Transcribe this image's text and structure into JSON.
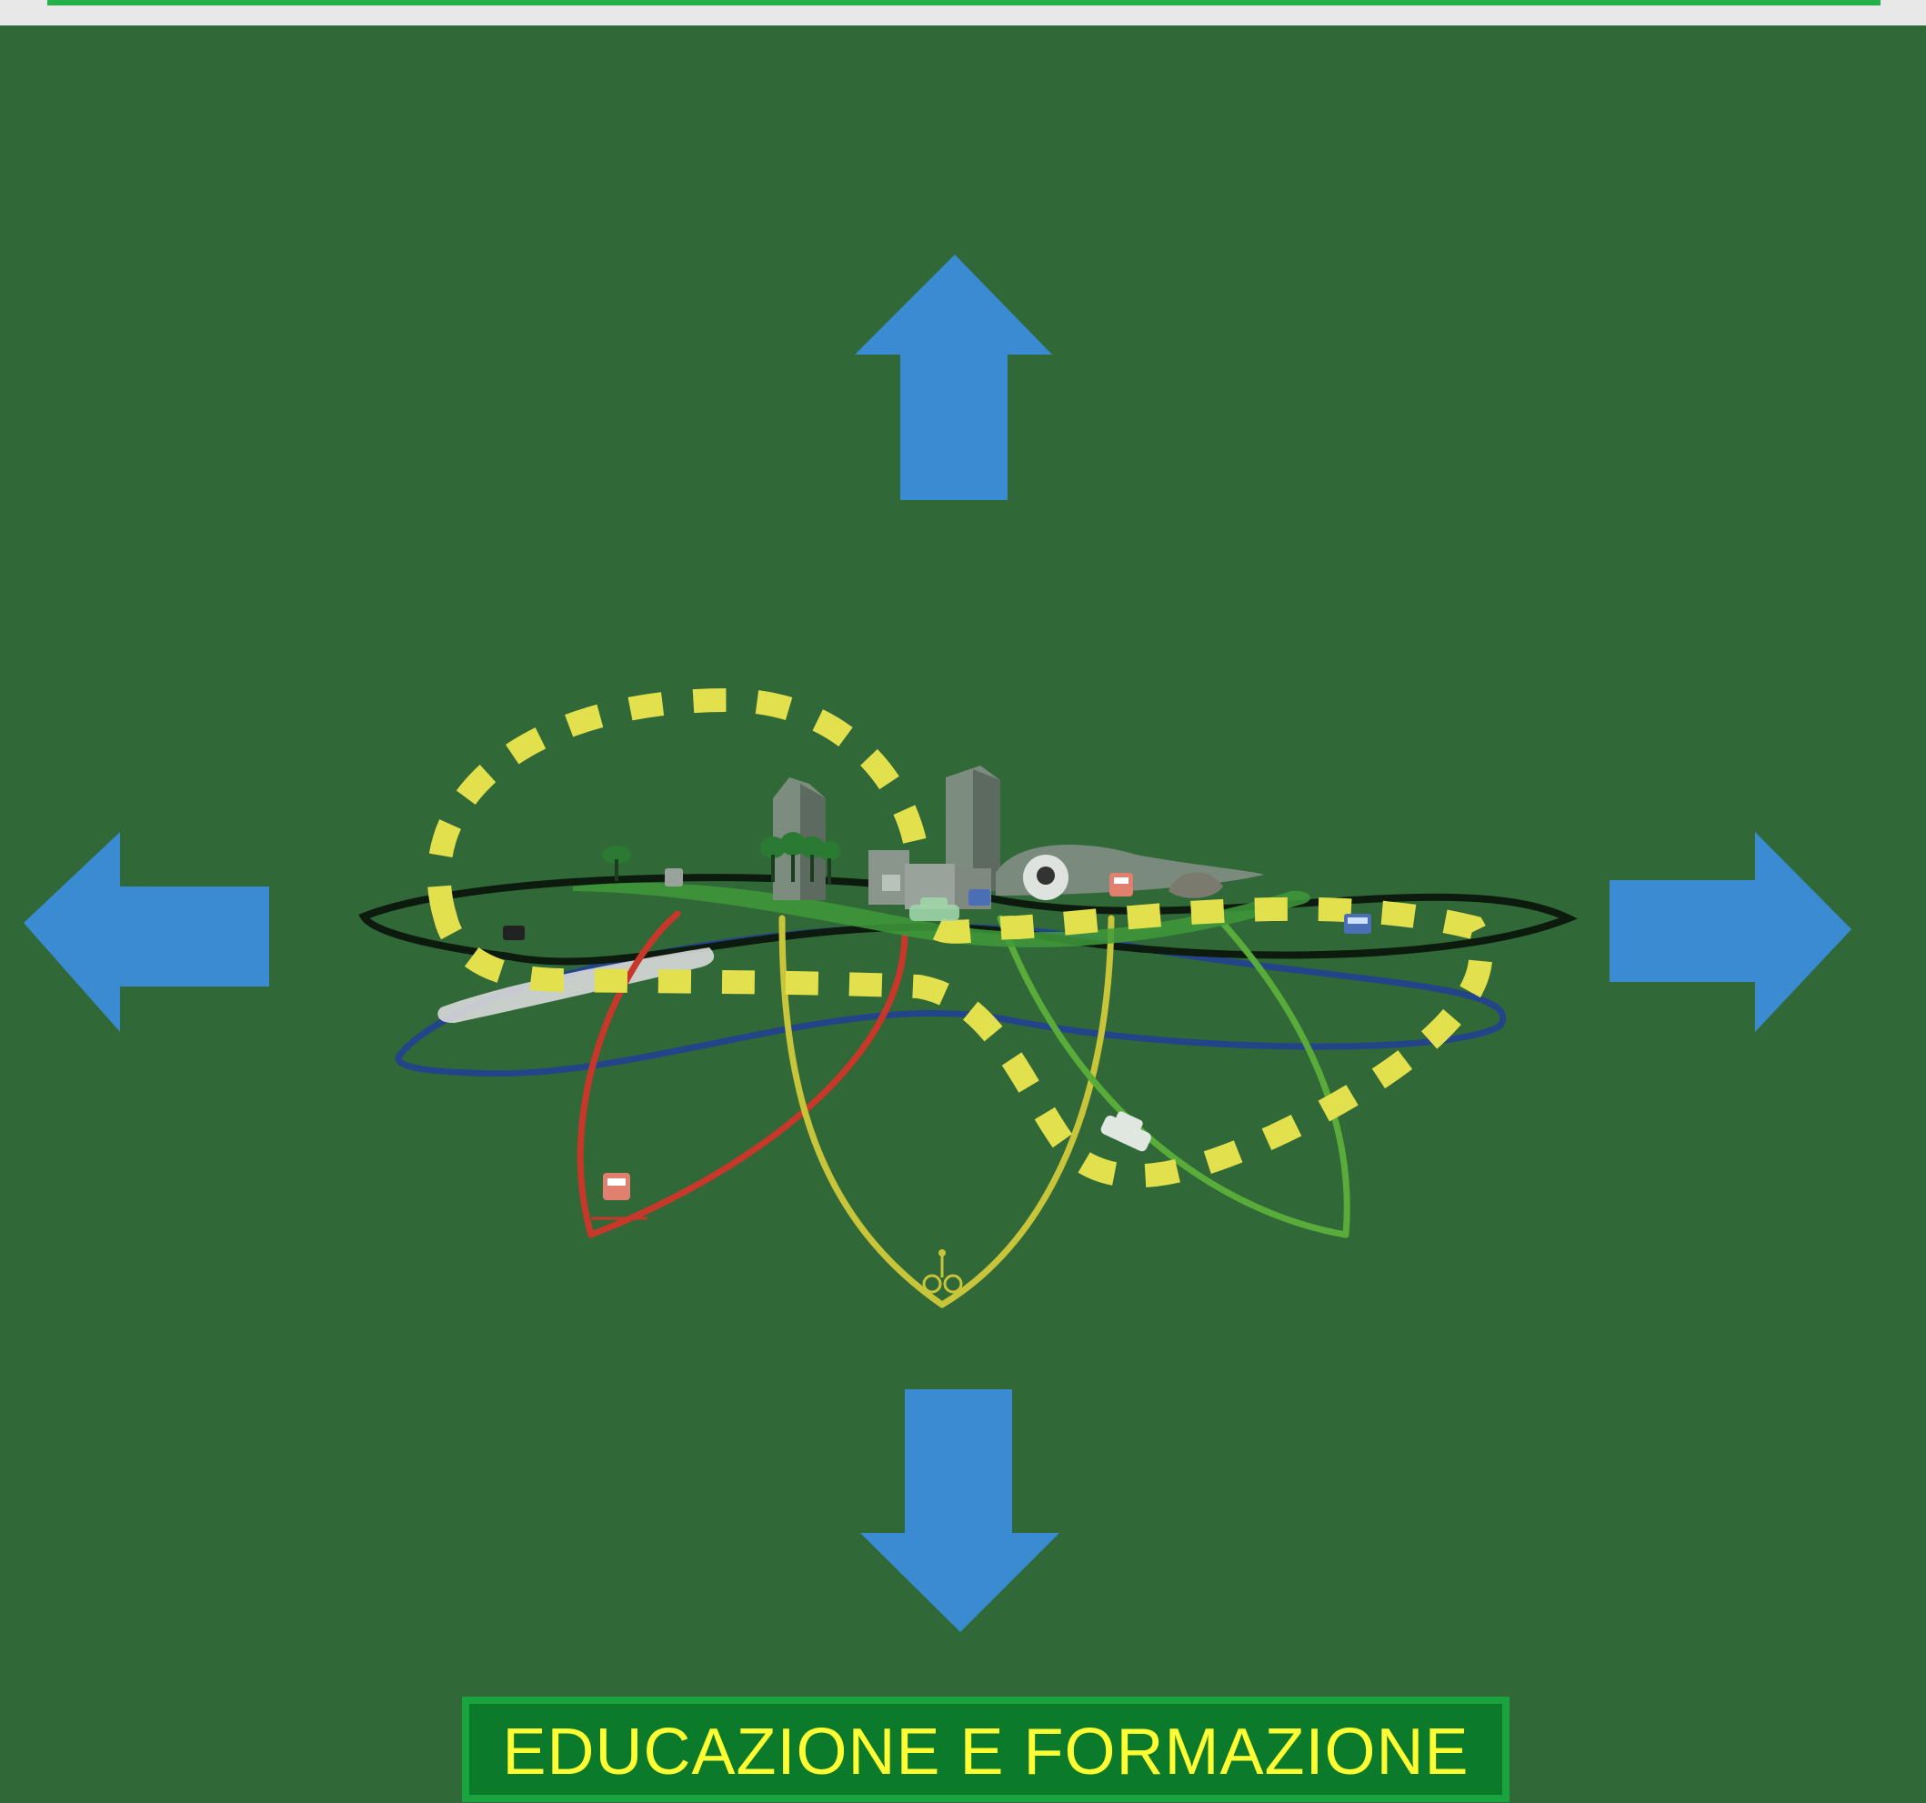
{
  "banner": {
    "label": "EDUCAZIONE E FORMAZIONE"
  },
  "arrows": [
    {
      "direction": "up",
      "icon": "arrow-up-icon"
    },
    {
      "direction": "left",
      "icon": "arrow-left-icon"
    },
    {
      "direction": "right",
      "icon": "arrow-right-icon"
    },
    {
      "direction": "down",
      "icon": "arrow-down-icon"
    }
  ],
  "colors": {
    "background": "#306837",
    "arrow": "#3a8bd2",
    "dashed_ring": "#e2e04c",
    "banner_text": "#ffff33",
    "banner_bg": "#0b7a2a",
    "banner_border": "#1aa33f"
  },
  "icons": [
    "building-icon",
    "tree-icon",
    "car-icon",
    "train-icon",
    "bus-icon",
    "bicycle-icon",
    "ship-icon"
  ]
}
